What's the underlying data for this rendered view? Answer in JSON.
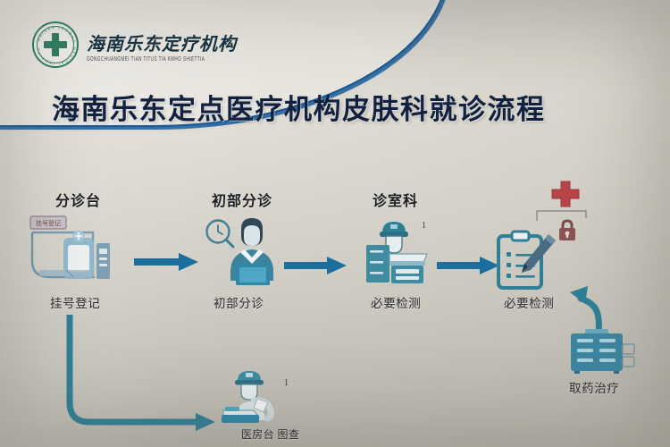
{
  "poster": {
    "background_color": "#d6d3ca",
    "accent_color": "#1a6f9e",
    "title_color": "#11213f"
  },
  "header": {
    "logo": {
      "icon": "medical-cross-seal-icon",
      "cn_name": "海南乐东定疗机构",
      "en_name": "GONGCHUANGMEI TIAN TITUS TIA KMHO SHIETTIA"
    },
    "title": "海南乐东定点医疗机构皮肤科就诊流程"
  },
  "flow": {
    "steps": [
      {
        "id": "triage-desk",
        "heading": "分诊台",
        "caption": "挂号登记",
        "icon": "registration-counter-icon",
        "sign_text": "挂号登记"
      },
      {
        "id": "initial-triage",
        "heading": "初部分诊",
        "caption": "初部分诊",
        "icon": "nurse-at-desk-icon"
      },
      {
        "id": "consult-room",
        "heading": "诊室科",
        "caption": "必要检测",
        "icon": "doctor-counter-icon",
        "badge": "1"
      },
      {
        "id": "examination",
        "heading": "",
        "caption": "必要检测",
        "icon": "clipboard-pen-icon"
      }
    ],
    "arrows": [
      {
        "id": "arrow-1",
        "icon": "arrow-right-icon"
      },
      {
        "id": "arrow-2",
        "icon": "arrow-right-icon"
      },
      {
        "id": "arrow-3",
        "icon": "arrow-right-icon"
      },
      {
        "id": "arrow-down-right",
        "icon": "curved-arrow-down-right-icon"
      },
      {
        "id": "arrow-curve-pharmacy",
        "icon": "curved-arrow-down-left-icon"
      }
    ],
    "pharmacy": {
      "caption": "取药治疗",
      "icon": "medicine-cabinet-icon"
    },
    "bottom": {
      "caption": "医房台 图查",
      "icon": "officer-desk-icon",
      "badge": "1"
    },
    "decor": {
      "cross_icon": "red-cross-icon",
      "lock_icon": "lock-icon"
    }
  }
}
